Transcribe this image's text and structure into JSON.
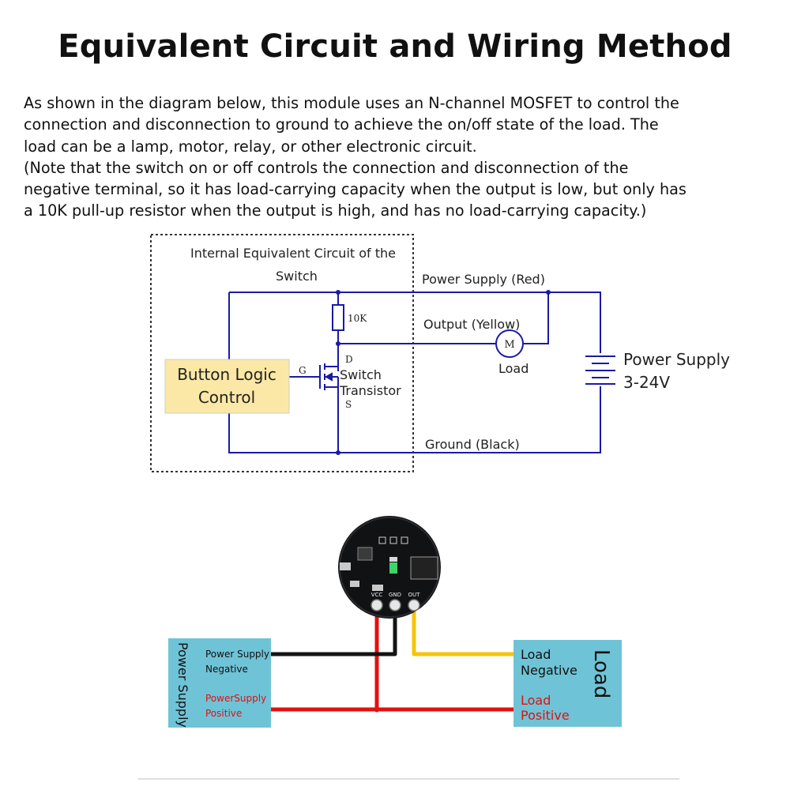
{
  "title": "Equivalent Circuit and Wiring Method",
  "intro": {
    "line1": "As shown in the diagram below, this module uses an N-channel MOSFET to control the",
    "line2": "connection and disconnection to ground to achieve the on/off state of the load. The",
    "line3": "load can be a lamp, motor, relay, or other electronic circuit.",
    "line4": "(Note that the switch on or off controls the connection and disconnection of the",
    "line5": "negative terminal, so it has load-carrying capacity when the output is low, but only has",
    "line6": "a 10K pull-up resistor when the output is high, and has no load-carrying capacity.)"
  },
  "circuit": {
    "internal_label_1": "Internal Equivalent Circuit of the",
    "internal_label_2": "Switch",
    "power_wire_label": "Power Supply (Red)",
    "output_wire_label": "Output (Yellow)",
    "ground_wire_label": "Ground (Black)",
    "resistor_label": "10K",
    "motor_symbol": "M",
    "load_label": "Load",
    "power_supply_label_1": "Power Supply",
    "power_supply_label_2": "3-24V",
    "button_logic_1": "Button Logic",
    "button_logic_2": "Control",
    "gate_pin": "G",
    "drain_pin": "D",
    "source_pin": "S",
    "transistor_label_1": "Switch",
    "transistor_label_2": "Transistor"
  },
  "wiring": {
    "module_pins": [
      "VCC",
      "GND",
      "OUT"
    ],
    "power_box_title": "Power Supply",
    "power_neg_1": "Power Supply",
    "power_neg_2": "Negative",
    "power_pos_1": "PowerSupply",
    "power_pos_2": "Positive",
    "load_box_title": "Load",
    "load_neg_1": "Load",
    "load_neg_2": "Negative",
    "load_pos_1": "Load",
    "load_pos_2": "Positive"
  },
  "colors": {
    "circuit_line": "#1a1aa6",
    "box_fill": "#6fc3d6",
    "logic_fill": "#fbe8a6",
    "wire_red": "#e31010",
    "wire_black": "#141414",
    "wire_yellow": "#f5c40a"
  }
}
